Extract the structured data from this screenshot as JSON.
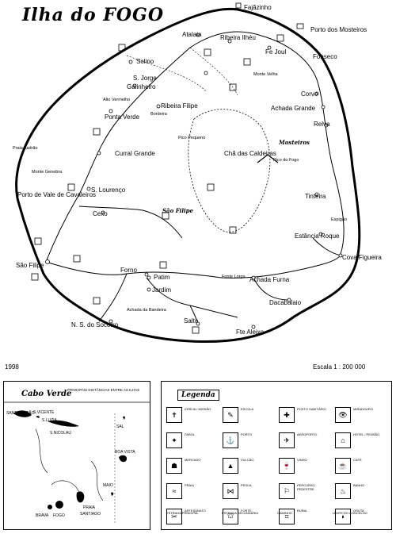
{
  "map_title": "Ilha do FOGO",
  "places": {
    "fajaozinho": "Fajãzinho",
    "porto_mosteiros": "Porto dos Mosteiros",
    "atalaia": "Atalaia",
    "ribeira_ilhau": "Ribeira Ilhéu",
    "fe_joul": "Fe Joul",
    "fonseco": "Fonseco",
    "solino": "Solino",
    "s_jorge": "S. Jorge",
    "galinheiro": "Galinheiro",
    "monte_velha": "Monte Velha",
    "corvo": "Corvo",
    "achada_grande": "Achada Grande",
    "ribeira_filipe": "Ribeira Filipe",
    "ponta_verde": "Ponta Verde",
    "relva": "Relva",
    "mosteiros": "Mosteiros",
    "curral_grande": "Curral Grande",
    "cha_das_caldeiras": "Chã das Caldeiras",
    "pico_do_fogo": "Pico do Fogo",
    "porto_vale_cavaleiros": "Porto de Vale de Cavaleiros",
    "s_lourenco": "S. Lourenço",
    "tinteira": "Tinteira",
    "cexo": "Cexo",
    "sao_filipe_center": "São Filipe",
    "estancia_roque": "Estância Roque",
    "sao_filipe": "São Filipe",
    "cova_figueira": "Cova Figueira",
    "forno": "Forno",
    "patim": "Patim",
    "achada_furna": "Achada Furna",
    "jardim": "Jardim",
    "dacabalaio": "Dacabalaio",
    "ns_socorro": "N. S. do Socorro",
    "salto": "Salto",
    "fte_aleixo": "Fte Aleixo"
  },
  "small_labels": {
    "praia_ladra": "Praia Ladrão",
    "alto_vermelho": "Alto Vermelho",
    "monte_genebra": "Monte Genebra",
    "bordeira": "Bordeira",
    "fonte_lorga": "Fonte Lorga",
    "achada_da_bandeira": "Achada da Bandeira",
    "espigao": "Espigão",
    "pico_pequeno": "Pico Pequeno"
  },
  "footer": {
    "year": "1998",
    "scale": "Escala 1 : 200 000"
  },
  "cape_verde": {
    "title": "Cabo Verde",
    "note": "PRINCIPAIS DISTÂNCIAS ENTRE AS ILHAS",
    "islands": {
      "santo_antao": "SANTO ANTÃO",
      "sao_vicente": "S.VICENTE",
      "santa_luzia": "S.LUZIA",
      "sao_nicolau": "S.NICOLAU",
      "sal": "SAL",
      "boa_vista": "BOA VISTA",
      "maio": "MAIO",
      "santiago": "SANTIAGO",
      "brava": "BRAVA",
      "fogo": "FOGO",
      "praia": "PRAIA"
    }
  },
  "legend": {
    "title": "Legenda",
    "items": [
      {
        "icon": "church-icon",
        "text": "IGREJA / MISSÃO"
      },
      {
        "icon": "school-icon",
        "text": "ESCOLA"
      },
      {
        "icon": "health-icon",
        "text": "POSTO SANITÁRIO"
      },
      {
        "icon": "viewpoint-icon",
        "text": "MIRADOURO"
      },
      {
        "icon": "lighthouse-icon",
        "text": "FAROL"
      },
      {
        "icon": "port-icon",
        "text": "PORTO"
      },
      {
        "icon": "airport-icon",
        "text": "AEROPORTO"
      },
      {
        "icon": "hotel-icon",
        "text": "HOTEL / PENSÃO"
      },
      {
        "icon": "market-icon",
        "text": "MERCADO"
      },
      {
        "icon": "volcano-icon",
        "text": "VULCÃO"
      },
      {
        "icon": "wine-icon",
        "text": "VINHO"
      },
      {
        "icon": "coffee-icon",
        "text": "CAFÉ"
      },
      {
        "icon": "beach-icon",
        "text": "PRAIA"
      },
      {
        "icon": "fish-icon",
        "text": "PESCA"
      },
      {
        "icon": "walk-icon",
        "text": "PERCURSO PEDESTRE"
      },
      {
        "icon": "bath-icon",
        "text": "BANHO"
      },
      {
        "icon": "craft-icon",
        "text": "ARTESANATO"
      },
      {
        "icon": "fort-icon",
        "text": "FORTE"
      },
      {
        "icon": "ruin-icon",
        "text": "RUÍNA"
      },
      {
        "icon": "cave-icon",
        "text": "GRUTA"
      }
    ],
    "footnotes": [
      "ESTRADA PRINCIPAL",
      "ESTRADA SECUNDÁRIA",
      "CAMINHO",
      "LIMITE DO CONCELHO"
    ]
  }
}
